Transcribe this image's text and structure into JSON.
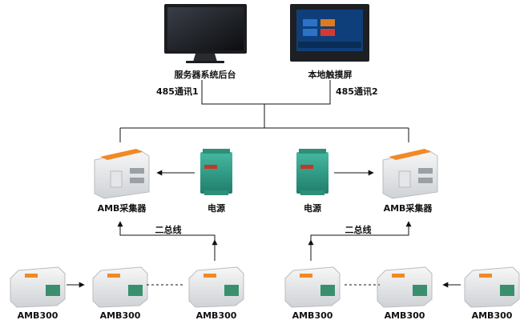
{
  "top": {
    "server_label": "服务器系统后台",
    "touch_label": "本地触摸屏",
    "comm1_label": "485通讯1",
    "comm2_label": "485通讯2"
  },
  "middle": {
    "collector_label": "AMB采集器",
    "power_label": "电源"
  },
  "bus": {
    "label": "二总线"
  },
  "devices": {
    "label": "AMB300"
  }
}
